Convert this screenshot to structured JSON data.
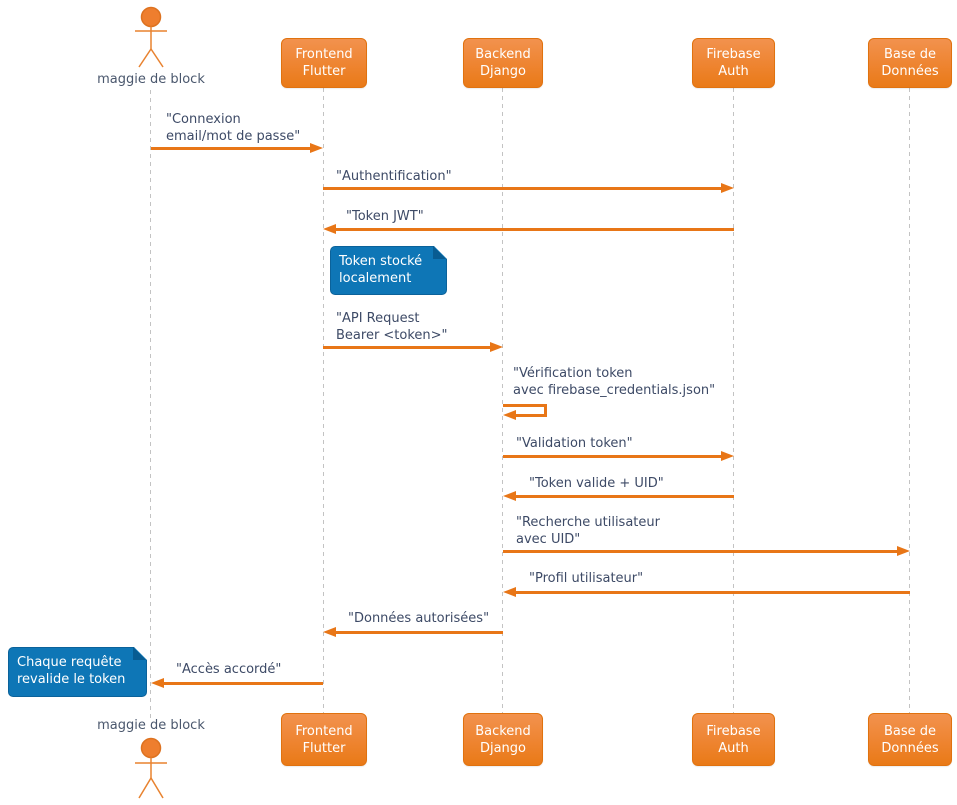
{
  "diagram_type": "uml-sequence",
  "actor": {
    "name": "maggie de block"
  },
  "participants": [
    {
      "id": "frontend",
      "label": "Frontend\nFlutter"
    },
    {
      "id": "backend",
      "label": "Backend\nDjango"
    },
    {
      "id": "firebase",
      "label": "Firebase\nAuth"
    },
    {
      "id": "database",
      "label": "Base de\nDonnées"
    }
  ],
  "messages": [
    {
      "from": "maggie de block",
      "to": "Frontend Flutter",
      "label": "\"Connexion\nemail/mot de passe\""
    },
    {
      "from": "Frontend Flutter",
      "to": "Firebase Auth",
      "label": "\"Authentification\""
    },
    {
      "from": "Firebase Auth",
      "to": "Frontend Flutter",
      "label": "\"Token JWT\""
    },
    {
      "from": "Frontend Flutter",
      "to": "Backend Django",
      "label": "\"API Request\nBearer <token>\""
    },
    {
      "from": "Backend Django",
      "to": "Backend Django",
      "label": "\"Vérification token\navec firebase_credentials.json\""
    },
    {
      "from": "Backend Django",
      "to": "Firebase Auth",
      "label": "\"Validation token\""
    },
    {
      "from": "Firebase Auth",
      "to": "Backend Django",
      "label": "\"Token valide + UID\""
    },
    {
      "from": "Backend Django",
      "to": "Base de Données",
      "label": "\"Recherche utilisateur\navec UID\""
    },
    {
      "from": "Base de Données",
      "to": "Backend Django",
      "label": "\"Profil utilisateur\""
    },
    {
      "from": "Backend Django",
      "to": "Frontend Flutter",
      "label": "\"Données autorisées\""
    },
    {
      "from": "Frontend Flutter",
      "to": "maggie de block",
      "label": "\"Accès accordé\""
    }
  ],
  "notes": [
    {
      "attached_to": "Frontend Flutter",
      "label": "Token stocké\nlocalement"
    },
    {
      "attached_to": "maggie de block",
      "label": "Chaque requête\nrevalide le token"
    }
  ],
  "colors": {
    "arrow_orange": "#E87617",
    "participant_gradient_top": "#F2924E",
    "participant_gradient_bottom": "#E97A17",
    "note_blue": "#0E76B6",
    "note_fold": "#085C92",
    "message_text": "#3D4A66",
    "actor_text": "#4A576D",
    "lifeline_gray": "#C3C3C3",
    "background": "#FFFFFF"
  }
}
